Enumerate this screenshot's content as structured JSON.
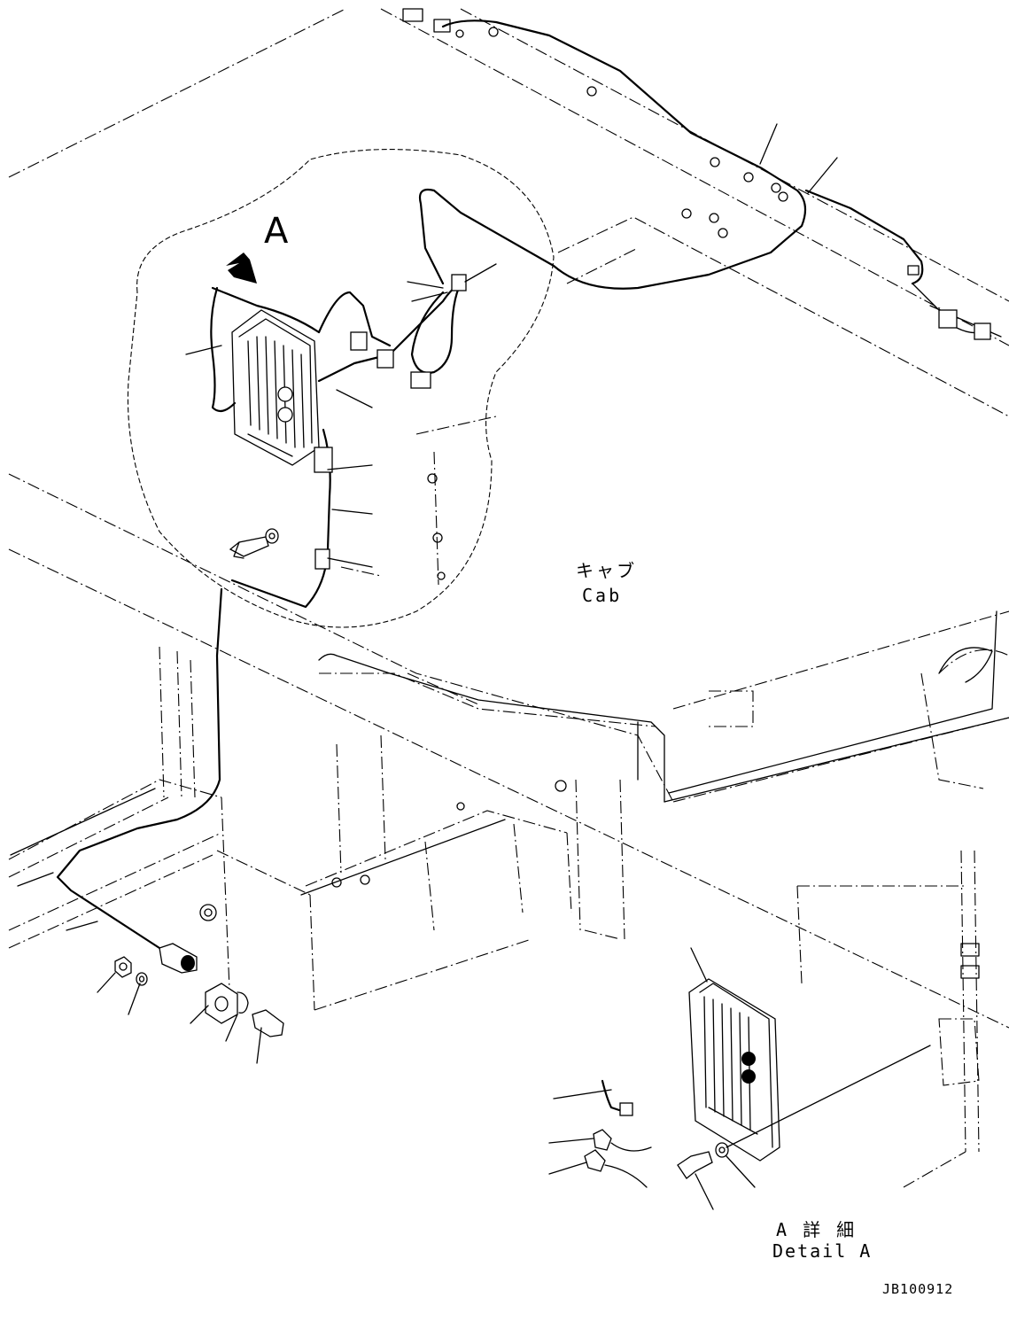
{
  "labels": {
    "view_marker": "A",
    "cab_jp": "キャブ",
    "cab_en": "Cab",
    "detail_jp": "A 詳 細",
    "detail_en": "Detail A",
    "drawing_id": "JB100912"
  },
  "icons": {
    "view_arrow": "arrow-down-right-icon",
    "controller": "controller-unit-icon",
    "bolt": "bolt-icon",
    "washer": "washer-icon",
    "nut": "nut-icon",
    "connector": "connector-icon",
    "harness": "wire-harness-icon"
  }
}
